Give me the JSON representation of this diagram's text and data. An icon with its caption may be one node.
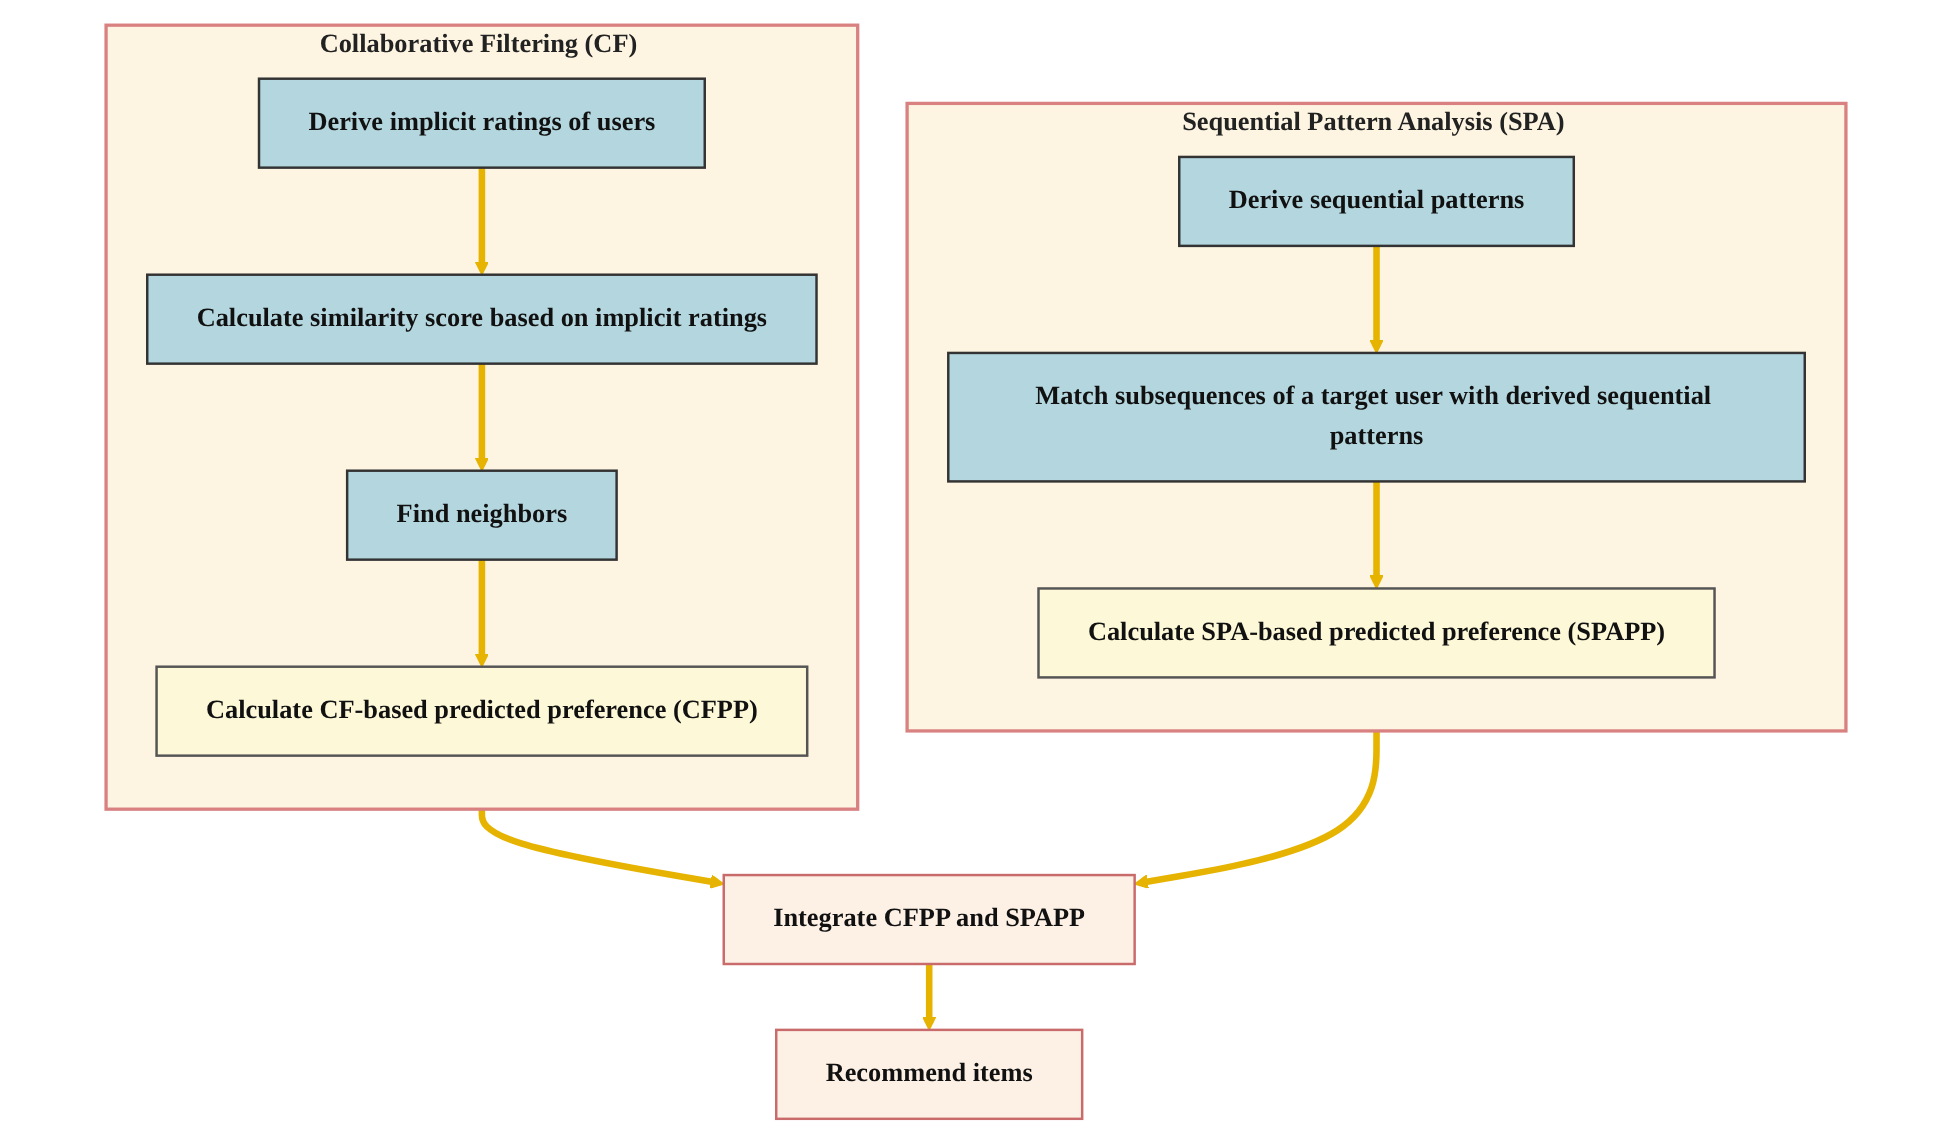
{
  "diagram": {
    "nodes": [
      {
        "text": [
          "Collaborative Filtering (CF)"
        ]
      },
      {
        "text": [
          "Derive implicit ratings of users"
        ],
        "in": 0
      },
      {
        "text": [
          "Calculate similarity score based on implicit ratings"
        ],
        "in": 0
      },
      {
        "text": [
          "Find neighbors"
        ],
        "in": 0
      },
      {
        "text": [
          "Calculate CF-based predicted preference (CFPP)"
        ],
        "in": 0
      },
      {
        "text": [
          "Sequential Pattern Analysis (SPA)"
        ]
      },
      {
        "text": [
          "Derive sequential patterns"
        ],
        "in": 5
      },
      {
        "text": [
          "Match subsequences of a target user with derived sequential patterns"
        ],
        "in": 5
      },
      {
        "text": [
          "Calculate SPA-based predicted preference (SPAPP)"
        ],
        "in": 5
      },
      {
        "text": [
          "Integrate CFPP and SPAPP"
        ]
      },
      {
        "text": [
          "Recommend items"
        ]
      }
    ],
    "edges": [
      {
        "from": 1,
        "to": 2,
        "arrow": "to"
      },
      {
        "from": 2,
        "to": 3,
        "arrow": "to"
      },
      {
        "from": 3,
        "to": 4,
        "arrow": "to"
      },
      {
        "from": 6,
        "to": 7,
        "arrow": "to"
      },
      {
        "from": 7,
        "to": 8,
        "arrow": "to"
      },
      {
        "from": 0,
        "to": 9,
        "arrow": "to"
      },
      {
        "from": 5,
        "to": 9,
        "arrow": "to"
      },
      {
        "from": 9,
        "to": 10,
        "arrow": "to"
      }
    ]
  }
}
